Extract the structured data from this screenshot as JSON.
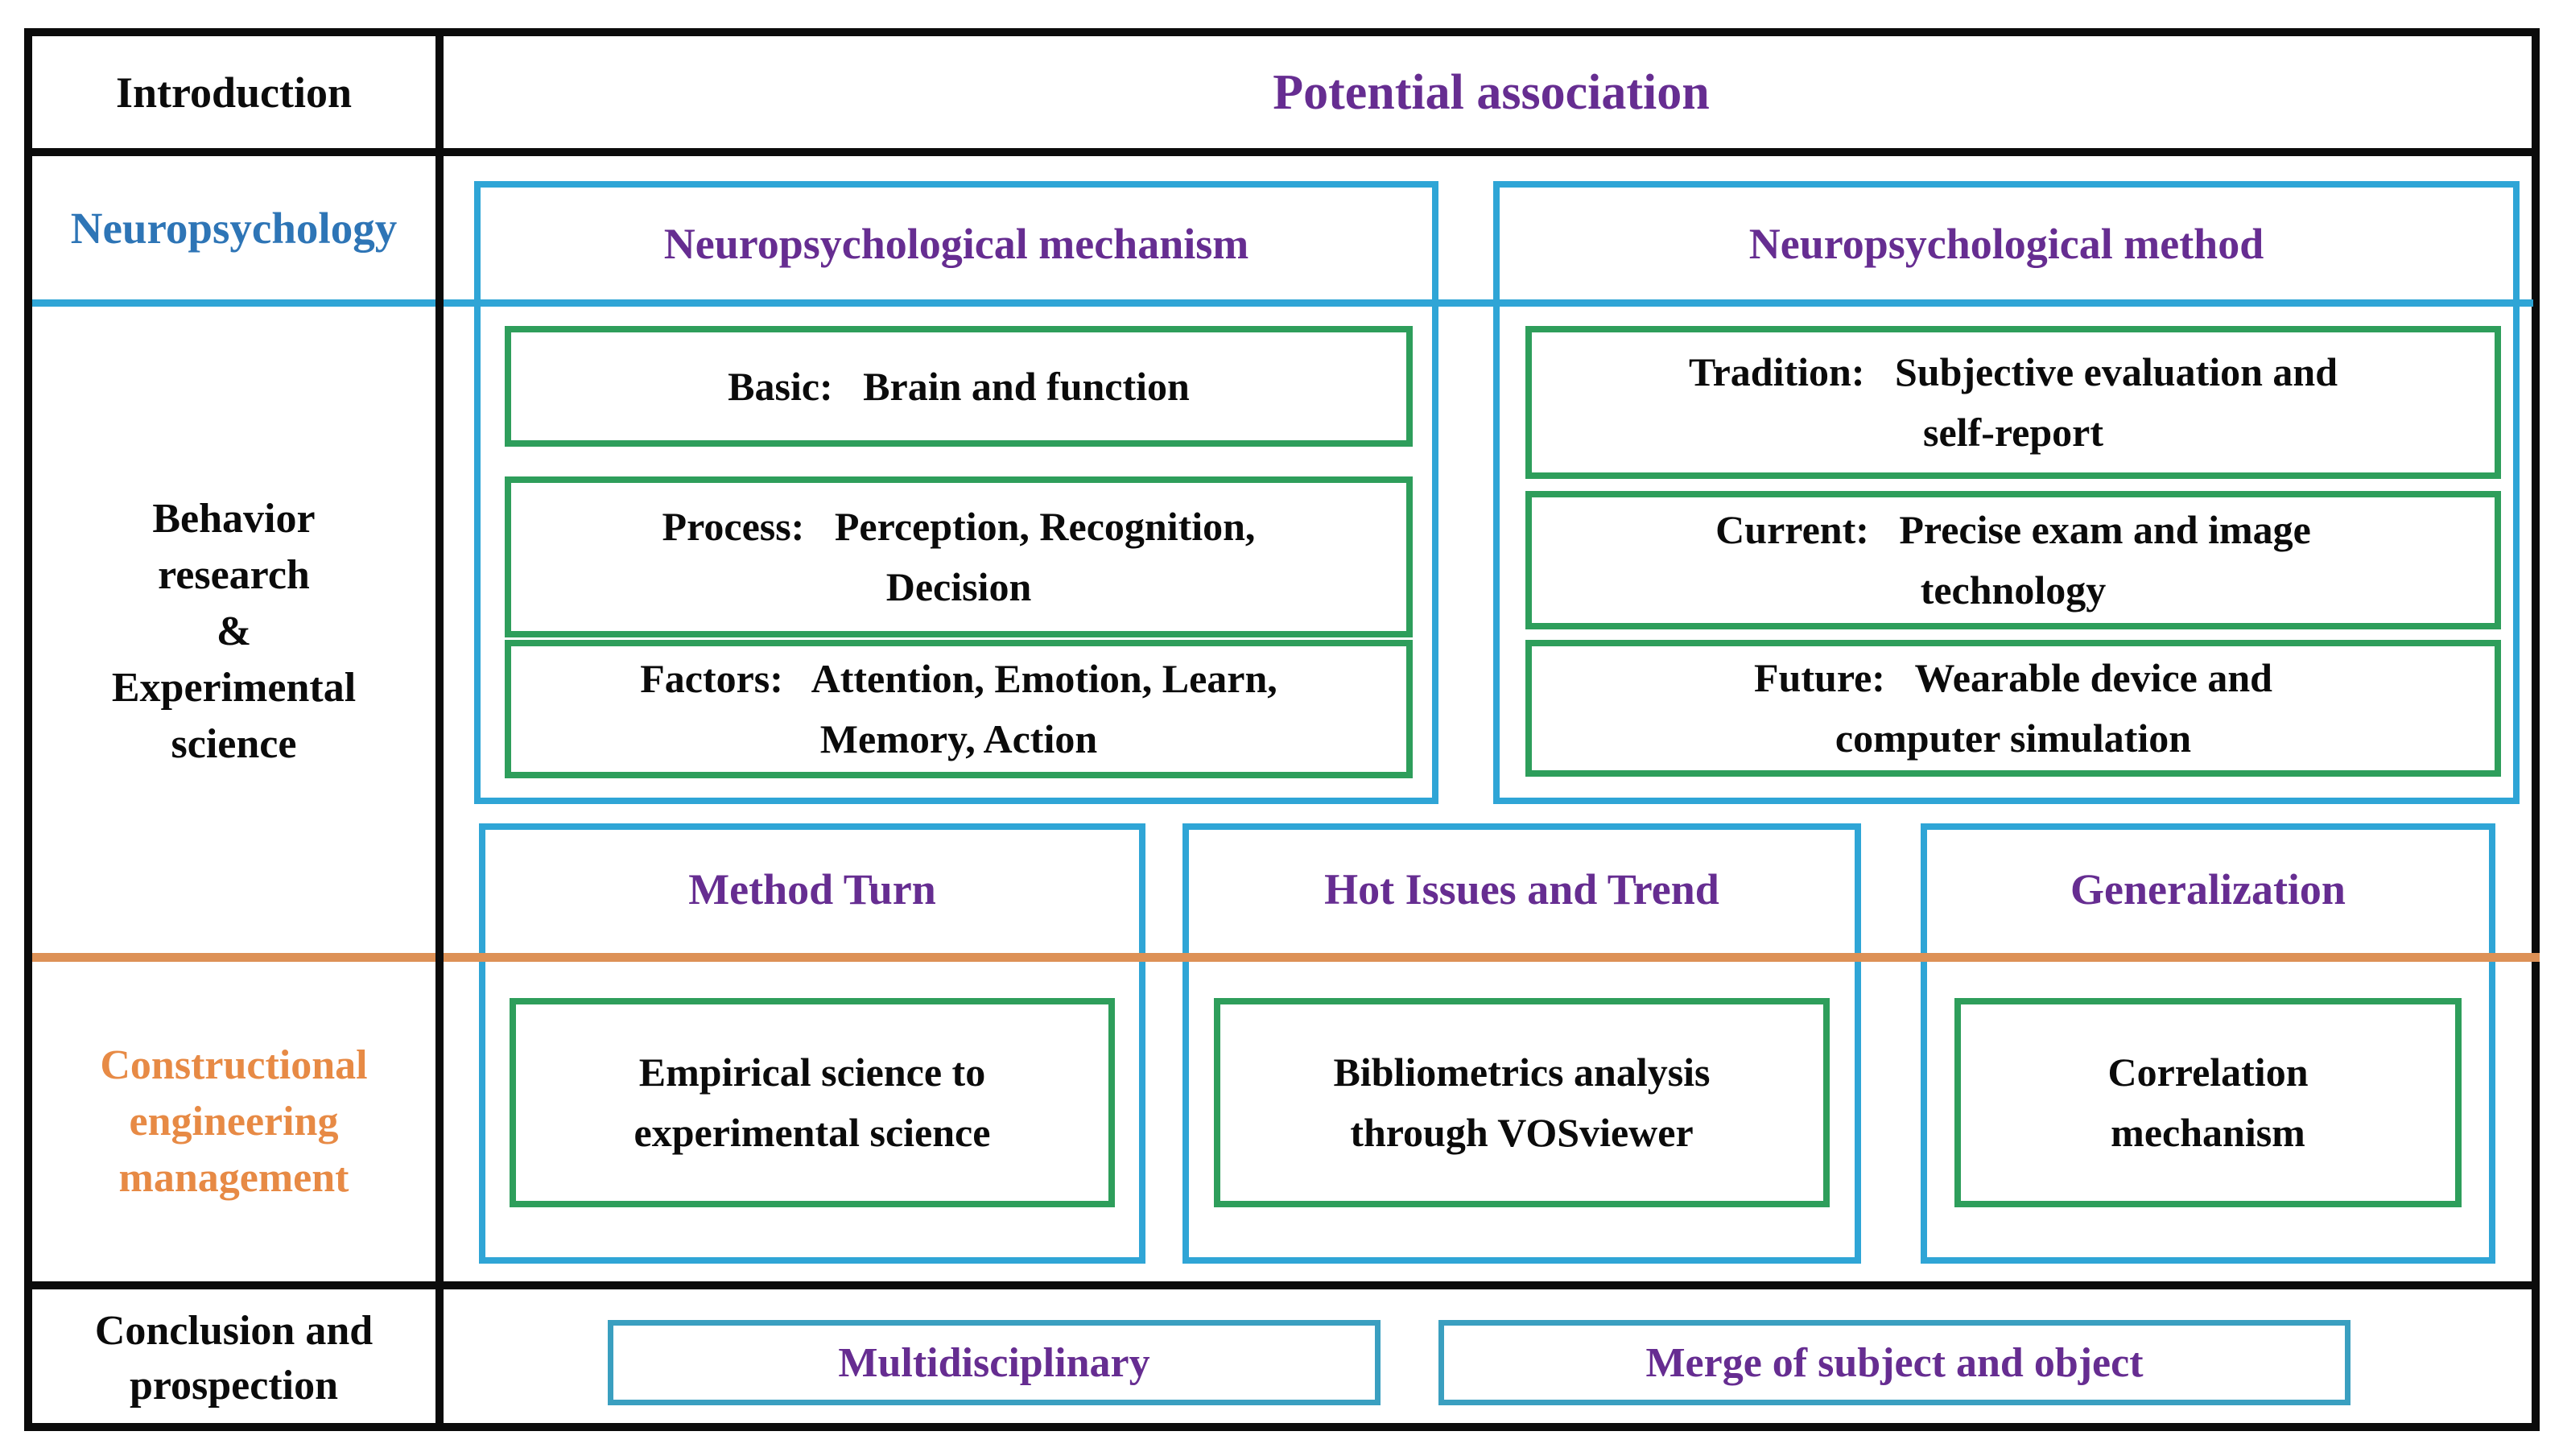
{
  "left_column": {
    "introduction": "Introduction",
    "neuropsychology": "Neuropsychology",
    "behavior_research": "Behavior\nresearch\n&\nExperimental\nscience",
    "constructional_management": "Constructional\nengineering\nmanagement",
    "conclusion": "Conclusion and\nprospection"
  },
  "header": {
    "potential_association": "Potential association"
  },
  "mechanism": {
    "title": "Neuropsychological mechanism",
    "items": [
      {
        "text": "Basic:   Brain and function"
      },
      {
        "text": "Process:   Perception, Recognition,\nDecision"
      },
      {
        "text": "Factors:   Attention, Emotion, Learn,\nMemory, Action"
      }
    ]
  },
  "method": {
    "title": "Neuropsychological method",
    "items": [
      {
        "text": "Tradition:   Subjective evaluation and\nself-report"
      },
      {
        "text": "Current:   Precise exam and image\ntechnology"
      },
      {
        "text": "Future:   Wearable device and\ncomputer simulation"
      }
    ]
  },
  "middle_boxes": [
    {
      "title": "Method Turn",
      "content": "Empirical science to\nexperimental science"
    },
    {
      "title": "Hot Issues and Trend",
      "content": "Bibliometrics analysis\nthrough VOSviewer"
    },
    {
      "title": "Generalization",
      "content": "Correlation\nmechanism"
    }
  ],
  "bottom_boxes": [
    {
      "label": "Multidisciplinary"
    },
    {
      "label": "Merge of subject and object"
    }
  ],
  "colors": {
    "black_border": "#0b0b0b",
    "cyan_border": "#2fa5d6",
    "green_border": "#2e9e5b",
    "purple_text": "#662d91",
    "blue_text": "#2e75b6",
    "orange_text": "#e78a45",
    "orange_line": "#dd9156",
    "teal_border": "#3a9fc0"
  }
}
